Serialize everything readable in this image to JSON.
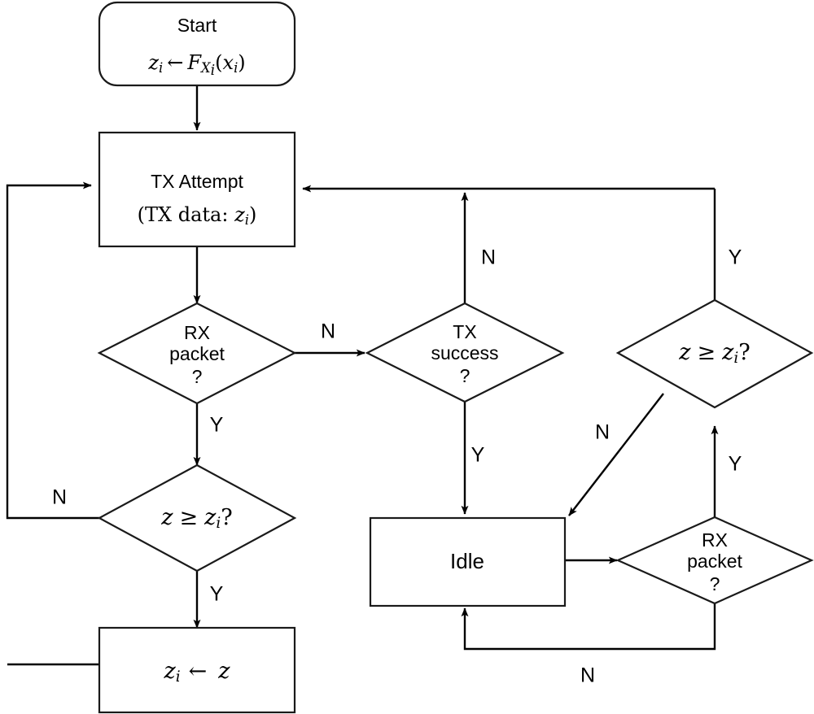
{
  "diagram": {
    "type": "flowchart",
    "title": "Transmission / reception state flowchart",
    "colors": {
      "stroke": "#1a1a1a",
      "edge": "#000000",
      "fill": "#ffffff",
      "background": "#ffffff"
    },
    "nodes": {
      "start": {
        "shape": "rounded-rectangle",
        "line1": "Start",
        "line2_parts": {
          "z": "z",
          "z_sub": "i",
          "arrow": "←",
          "F": "F",
          "F_sub": "X",
          "F_sub_sub": "i",
          "open": "(",
          "x": "x",
          "x_sub": "i",
          "close": ")"
        },
        "line2_plain": "zᵢ ← F_{Xᵢ}(xᵢ)"
      },
      "tx_attempt": {
        "shape": "rectangle",
        "line1": "TX Attempt",
        "line2_plain": "(TX data: zᵢ)",
        "line2_parts": {
          "open": "(TX data: ",
          "z": "z",
          "z_sub": "i",
          "close": ")"
        }
      },
      "rx_packet_left": {
        "shape": "diamond",
        "line1": "RX",
        "line2": "packet",
        "line3": "?"
      },
      "tx_success": {
        "shape": "diamond",
        "line1": "TX",
        "line2": "success",
        "line3": "?"
      },
      "z_cmp_right": {
        "shape": "diamond",
        "text_plain": "z ≥ zᵢ?",
        "parts": {
          "z": "z",
          "op": "≥",
          "z2": "z",
          "z2_sub": "i",
          "q": "?"
        }
      },
      "z_cmp_left": {
        "shape": "diamond",
        "text_plain": "z ≥ zᵢ?",
        "parts": {
          "z": "z",
          "op": "≥",
          "z2": "z",
          "z2_sub": "i",
          "q": "?"
        }
      },
      "assign_z": {
        "shape": "rectangle",
        "text_plain": "zᵢ ← z",
        "parts": {
          "z": "z",
          "z_sub": "i",
          "arrow": "←",
          "z2": "z"
        }
      },
      "idle": {
        "shape": "rectangle",
        "text": "Idle"
      },
      "rx_packet_right": {
        "shape": "diamond",
        "line1": "RX",
        "line2": "packet",
        "line3": "?"
      }
    },
    "edges": [
      {
        "id": "start-to-tx",
        "from": "start",
        "to": "tx_attempt",
        "label": ""
      },
      {
        "id": "tx-to-rxleft",
        "from": "tx_attempt",
        "to": "rx_packet_left",
        "label": ""
      },
      {
        "id": "rxleft-no-to-txsuccess",
        "from": "rx_packet_left",
        "to": "tx_success",
        "label": "N"
      },
      {
        "id": "rxleft-yes-to-zcmpleft",
        "from": "rx_packet_left",
        "to": "z_cmp_left",
        "label": "Y"
      },
      {
        "id": "zcmpleft-no-to-tx",
        "from": "z_cmp_left",
        "to": "tx_attempt",
        "label": "N"
      },
      {
        "id": "zcmpleft-yes-to-assign",
        "from": "z_cmp_left",
        "to": "assign_z",
        "label": "Y"
      },
      {
        "id": "assign-to-tx",
        "from": "assign_z",
        "to": "tx_attempt",
        "label": ""
      },
      {
        "id": "txsuccess-no-to-tx",
        "from": "tx_success",
        "to": "tx_attempt",
        "label": "N"
      },
      {
        "id": "txsuccess-yes-to-idle",
        "from": "tx_success",
        "to": "idle",
        "label": "Y"
      },
      {
        "id": "idle-to-rxright",
        "from": "idle",
        "to": "rx_packet_right",
        "label": ""
      },
      {
        "id": "rxright-yes-to-zcmpright",
        "from": "rx_packet_right",
        "to": "z_cmp_right",
        "label": "Y"
      },
      {
        "id": "rxright-no-to-idle",
        "from": "rx_packet_right",
        "to": "idle",
        "label": "N"
      },
      {
        "id": "zcmpright-no-to-idle",
        "from": "z_cmp_right",
        "to": "idle",
        "label": "N"
      },
      {
        "id": "zcmpright-yes-to-tx",
        "from": "z_cmp_right",
        "to": "tx_attempt",
        "label": "Y"
      }
    ],
    "edge_labels": {
      "rxleft_no": "N",
      "rxleft_yes": "Y",
      "zcmpleft_no": "N",
      "zcmpleft_yes": "Y",
      "txsuccess_no": "N",
      "txsuccess_yes": "Y",
      "zcmpright_no": "N",
      "zcmpright_yes": "Y",
      "rxright_yes": "Y",
      "rxright_no": "N"
    }
  }
}
